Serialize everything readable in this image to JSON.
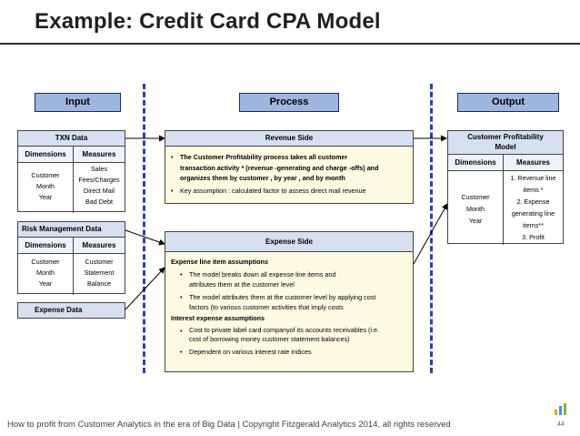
{
  "title": "Example: Credit Card CPA Model",
  "headers": {
    "input": "Input",
    "process": "Process",
    "output": "Output"
  },
  "txn": {
    "title": "TXN Data",
    "col1": "Dimensions",
    "col2": "Measures",
    "dims": [
      "Customer",
      "Month",
      "Year"
    ],
    "measures": [
      "Sales",
      "Fees/Charges",
      "Direct Mail",
      "Bad Debt"
    ]
  },
  "risk": {
    "title": "Risk Management Data",
    "col1": "Dimensions",
    "col2": "Measures",
    "dims": [
      "Customer",
      "Month",
      "Year"
    ],
    "measures": [
      "Customer",
      "Statement",
      "Balance"
    ]
  },
  "expense_data": {
    "title": "Expense Data"
  },
  "revenue": {
    "title": "Revenue Side",
    "b1_l1": "The Customer Profitability process takes all customer",
    "b1_l2": "transaction activity  * (revenue -generating and charge -offs) and",
    "b1_l3": "organizes them by customer  , by year , and by month",
    "b2": "Key assumption : calculated factor to assess direct mail revenue"
  },
  "expense": {
    "title": "Expense Side",
    "h1": "Expense line item assumptions",
    "b1_l1": "The model breaks down all expense line items and",
    "b1_l2": "attributes them at the customer level",
    "b2_l1": "The model attributes them at the customer level by applying cost",
    "b2_l2": "factors  (to various customer activities that imply costs",
    "h2": "Interest expense assumptions",
    "b3_l1": "Cost to private label card companyof its accounts receivables (i.e.",
    "b3_l2": "cost of borrowing money customer statement balances)",
    "b4": "Dependent on various interest rate indices"
  },
  "cpm": {
    "title_l1": "Customer Profitability",
    "title_l2": "Model",
    "col1": "Dimensions",
    "col2": "Measures",
    "dims": [
      "Customer",
      "Month",
      "Year"
    ],
    "measures": [
      "1. Revenue line",
      "items *",
      "2. Expense",
      "generating line",
      "items**",
      "3. Profit"
    ]
  },
  "footer": "How to profit from Customer Analytics in the era of Big Data | Copyright Fitzgerald Analytics 2014, all rights reserved",
  "page_number": "44",
  "colors": {
    "header_fill": "#9fb6de",
    "subheader_fill": "#d6e0f1",
    "cream_fill": "#fffbe3",
    "divider": "#2f3fa8"
  }
}
